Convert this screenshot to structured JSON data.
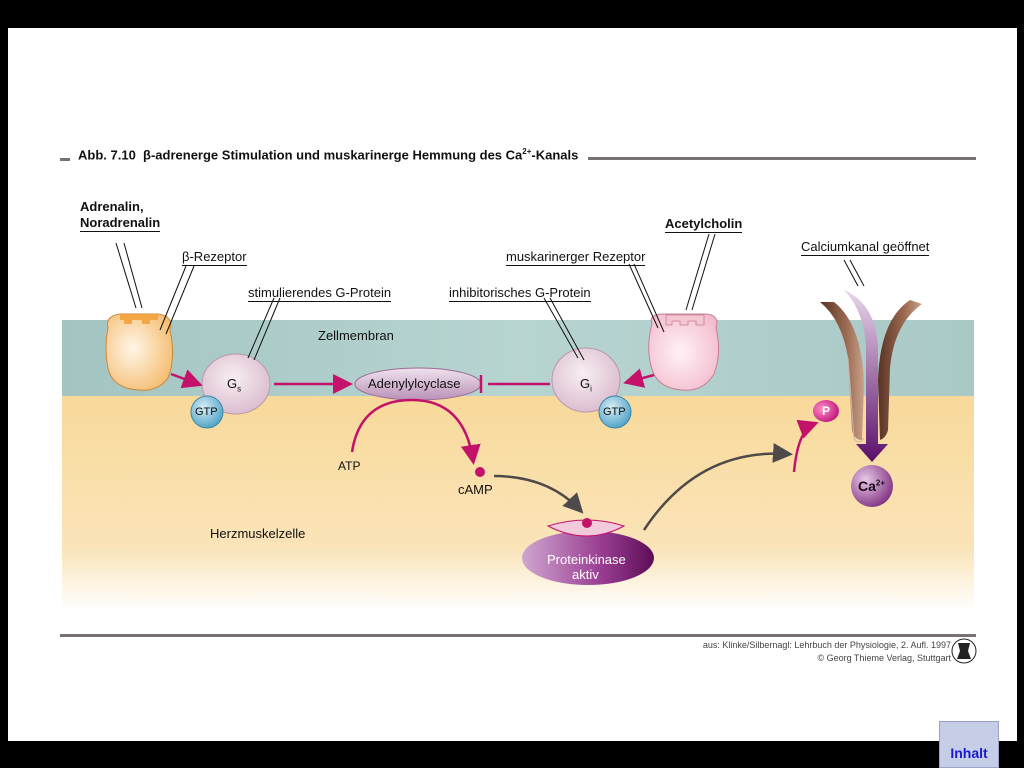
{
  "figure": {
    "title_prefix": "Abb. 7.10",
    "title_text": "β-adrenerge Stimulation und muskarinerge Hemmung des Ca",
    "title_sup": "2+",
    "title_suffix": "-Kanals"
  },
  "labels": {
    "adrenalin": "Adrenalin,",
    "noradrenalin": "Noradrenalin",
    "beta_rezeptor": "β-Rezeptor",
    "stim_g_protein": "stimulierendes G-Protein",
    "zellmembran": "Zellmembran",
    "inhib_g_protein": "inhibitorisches G-Protein",
    "musk_rezeptor": "muskarinerger Rezeptor",
    "acetylcholin": "Acetylcholin",
    "calciumkanal": "Calciumkanal geöffnet",
    "gs": "G",
    "gs_sub": "s",
    "gi": "G",
    "gi_sub": "i",
    "gtp_left": "GTP",
    "gtp_right": "GTP",
    "adenylylcyclase": "Adenylylcyclase",
    "atp": "ATP",
    "camp": "cAMP",
    "herzmuskelzelle": "Herzmuskelzelle",
    "proteinkinase_1": "Proteinkinase",
    "proteinkinase_2": "aktiv",
    "p": "P",
    "ca": "Ca",
    "ca_sup": "2+"
  },
  "credit": {
    "line1": "aus: Klinke/Silbernagl: Lehrbuch der Physiologie, 2. Aufl. 1997",
    "line2": "© Georg Thieme Verlag, Stuttgart"
  },
  "nav": {
    "inhalt_label": "Inhalt"
  },
  "colors": {
    "membrane": "#a9c9c6",
    "cytoplasm": "#f8dca0",
    "arrow_magenta": "#c4126b",
    "arrow_gray": "#555050",
    "channel_brown": "#7a4a38",
    "channel_arrow": "#6a1a7a",
    "rule_gray": "#7a7071"
  }
}
